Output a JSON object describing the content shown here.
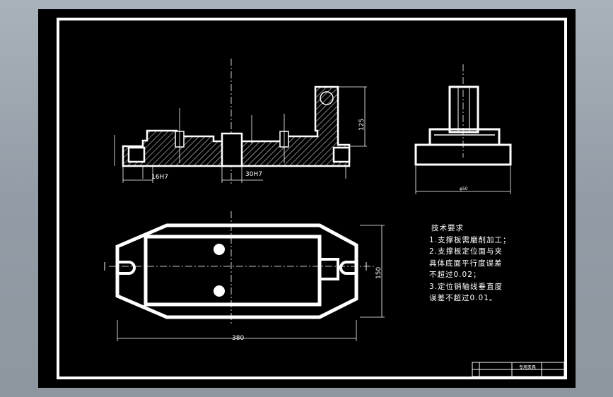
{
  "drawing": {
    "dims": {
      "d_16": "16H7",
      "d_30": "30H7",
      "d_125": "125",
      "d_380": "380",
      "d_150": "150",
      "d_side": "φ50"
    },
    "technical_requirements": {
      "title": "技术要求",
      "lines": [
        "1.支撑板需磨削加工；",
        "2.支撑板定位面与夹",
        "具体底面平行度误差",
        "不超过0.02；",
        "3.定位销轴线垂直度",
        "误差不超过0.01。"
      ]
    },
    "title_block": {
      "name": "专用夹具"
    }
  },
  "colors": {
    "background": "#000000",
    "lines": "#ffffff"
  }
}
